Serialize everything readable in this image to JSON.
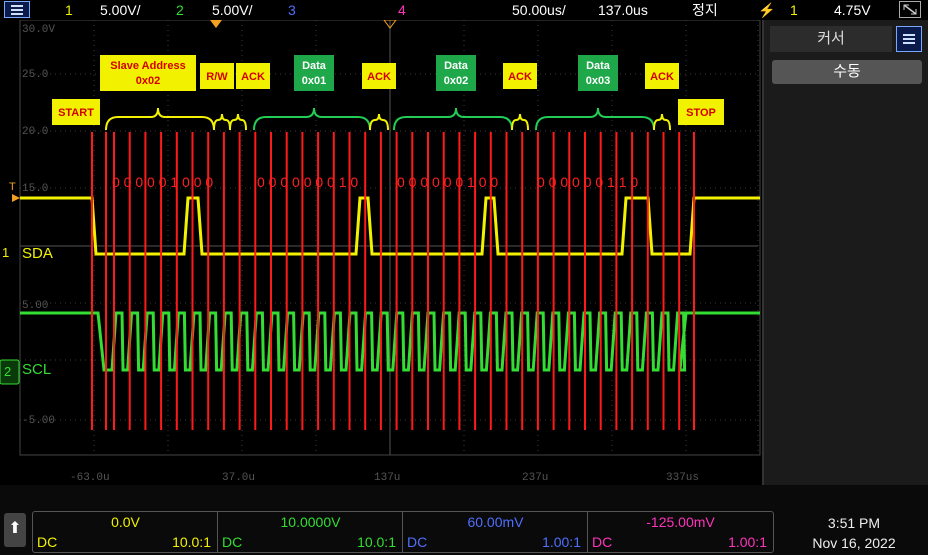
{
  "topbar": {
    "ch1_num": "1",
    "ch1_scale": "5.00V/",
    "ch2_num": "2",
    "ch2_scale": "5.00V/",
    "ch3_num": "3",
    "ch4_num": "4",
    "timebase": "50.00us/",
    "delay": "137.0us",
    "run_state": "정지",
    "trig_source": "1",
    "trig_level": "4.75V"
  },
  "plot": {
    "y_labels": [
      "30.0V",
      "25.0",
      "20.0",
      "15.0",
      "5.00",
      "-5.00"
    ],
    "x_labels": [
      "-63.0u",
      "37.0u",
      "137u",
      "237u",
      "337us"
    ],
    "sda_label": "SDA",
    "scl_label": "SCL",
    "ch1_marker": "1",
    "ch2_marker": "2",
    "trig_marker": "T",
    "annotations": {
      "start": "START",
      "slave_line1": "Slave Address",
      "slave_line2": "0x02",
      "rw": "R/W",
      "ack1": "ACK",
      "data1_line1": "Data",
      "data1_line2": "0x01",
      "ack2": "ACK",
      "data2_line1": "Data",
      "data2_line2": "0x02",
      "ack3": "ACK",
      "data3_line1": "Data",
      "data3_line2": "0x03",
      "ack4": "ACK",
      "stop": "STOP"
    },
    "bits_addr": "0 0 0 0 0 1 0 0 0",
    "bits_data1": "0 0 0 0 0 0 0 1 0",
    "bits_data2": "0 0 0 0 0 0 1 0 0",
    "bits_data3": "0 0 0 0 0 0 1 1 0"
  },
  "side": {
    "tab_label": "커서",
    "manual_label": "수동"
  },
  "bottom": {
    "channels": [
      {
        "value": "0.0V",
        "coupling": "DC",
        "probe": "10.0:1",
        "color": "#f2f200"
      },
      {
        "value": "10.0000V",
        "coupling": "DC",
        "probe": "10.0:1",
        "color": "#33dd33"
      },
      {
        "value": "60.00mV",
        "coupling": "DC",
        "probe": "1.00:1",
        "color": "#4f6fff"
      },
      {
        "value": "-125.00mV",
        "coupling": "DC",
        "probe": "1.00:1",
        "color": "#ff33bb"
      }
    ],
    "time": "3:51 PM",
    "date": "Nov 16, 2022"
  }
}
